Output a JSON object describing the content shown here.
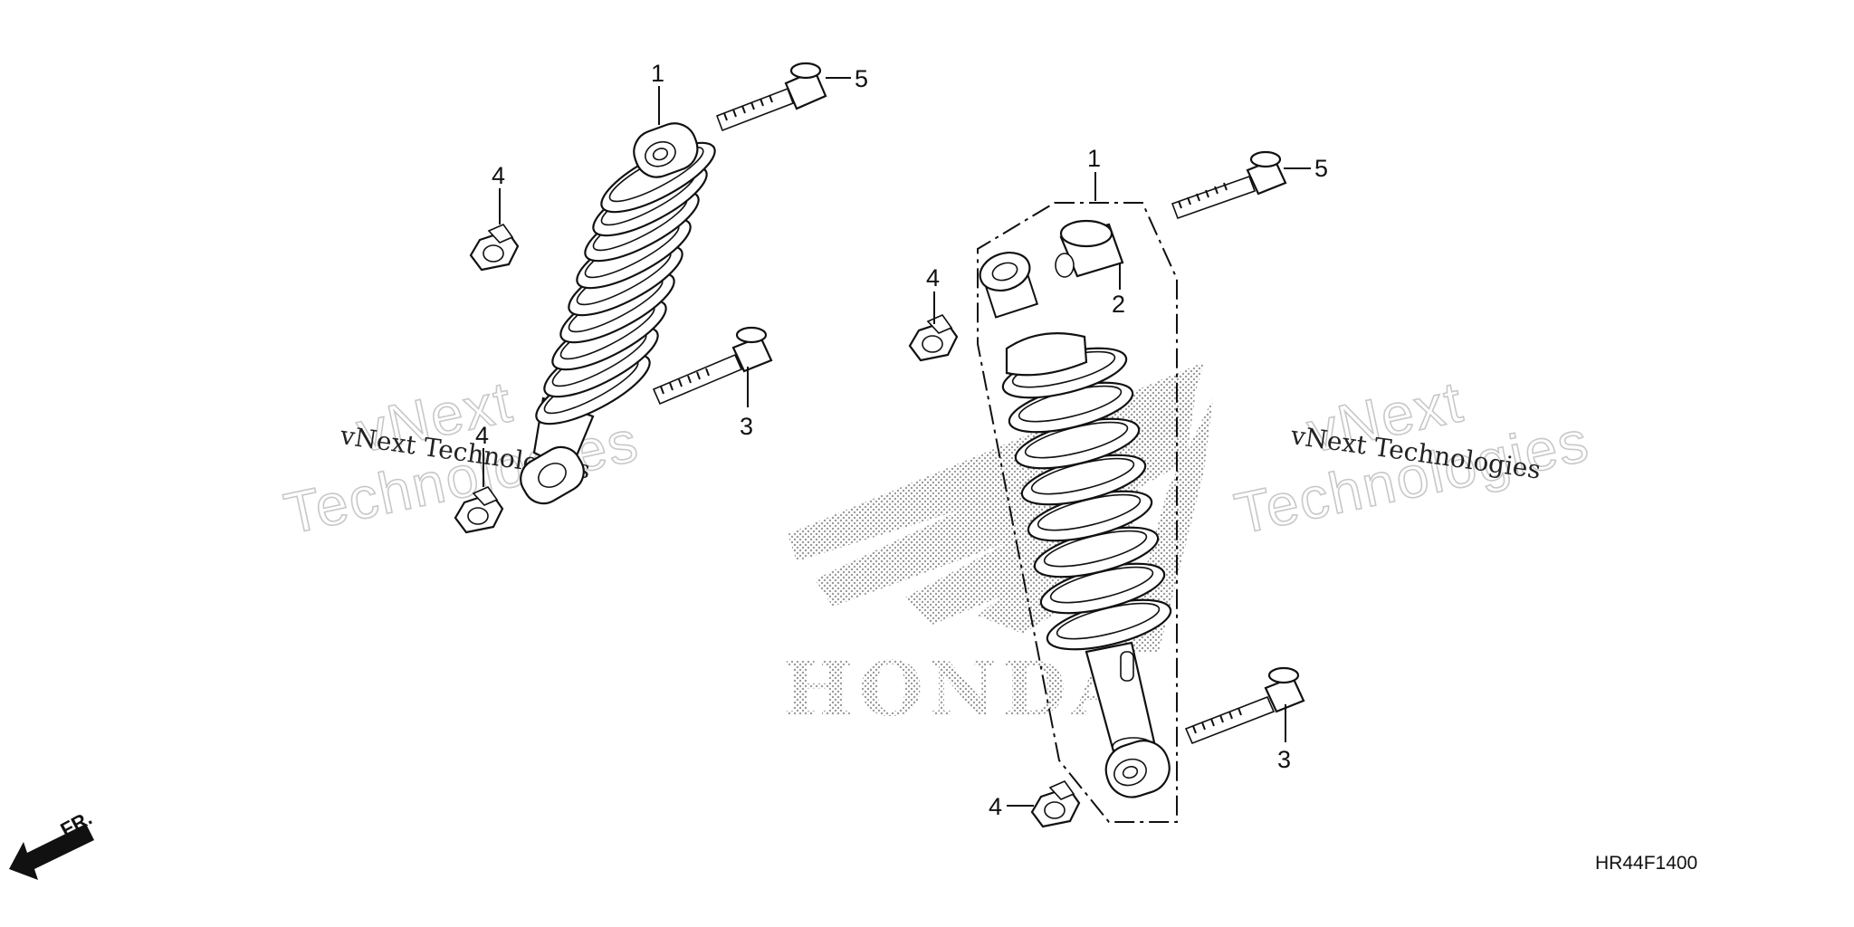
{
  "diagram": {
    "code": "HR44F1400",
    "front_label": "FR.",
    "logo_text": "HONDA",
    "callouts": {
      "left_shock": "1",
      "left_bolt_top": "5",
      "left_nut_top": "4",
      "left_bolt_lower": "3",
      "left_nut_lower": "4",
      "right_shock": "1",
      "right_bushing": "2",
      "right_bolt_top": "5",
      "right_nut_top": "4",
      "right_bolt_lower": "3",
      "right_nut_lower": "4"
    },
    "watermarks": {
      "small": "vNext Technologies",
      "line1": "vNext",
      "line2": "Technologies"
    }
  }
}
